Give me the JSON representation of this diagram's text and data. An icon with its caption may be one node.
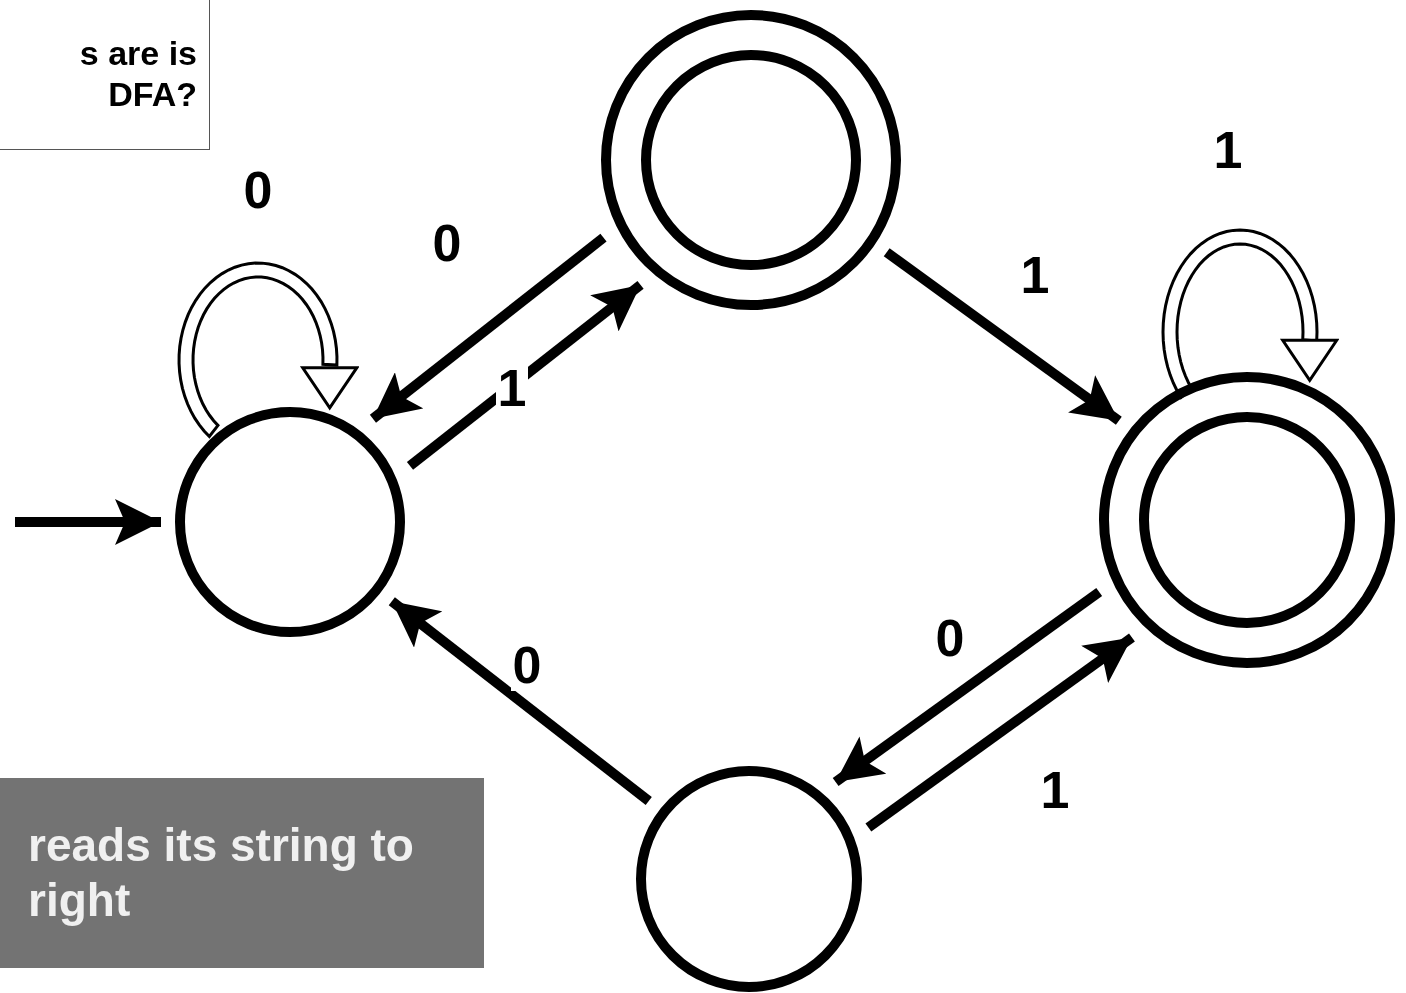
{
  "diagram": {
    "nodes": [
      {
        "text": [
          "s are is DFA?"
        ]
      },
      {
        "text": [
          "reads its string to right"
        ]
      },
      {
        "text": [],
        "shape": "circle"
      },
      {
        "text": [],
        "shape": "double-circle"
      },
      {
        "text": [],
        "shape": "double-circle"
      },
      {
        "text": [],
        "shape": "circle"
      }
    ],
    "edges": [
      {
        "from": null,
        "to": 2,
        "arrow": "to"
      },
      {
        "from": 2,
        "to": 2,
        "arrow": "to",
        "label": "0"
      },
      {
        "from": 3,
        "to": 2,
        "arrow": "to",
        "label": "0"
      },
      {
        "from": 2,
        "to": 3,
        "arrow": "to",
        "label": "1"
      },
      {
        "from": 3,
        "to": 4,
        "arrow": "to",
        "label": "1"
      },
      {
        "from": 4,
        "to": 4,
        "arrow": "to",
        "label": "1"
      },
      {
        "from": 4,
        "to": 5,
        "arrow": "to",
        "label": "0"
      },
      {
        "from": 5,
        "to": 4,
        "arrow": "to",
        "label": "1"
      },
      {
        "from": 5,
        "to": 2,
        "arrow": "to",
        "label": "0"
      }
    ]
  }
}
